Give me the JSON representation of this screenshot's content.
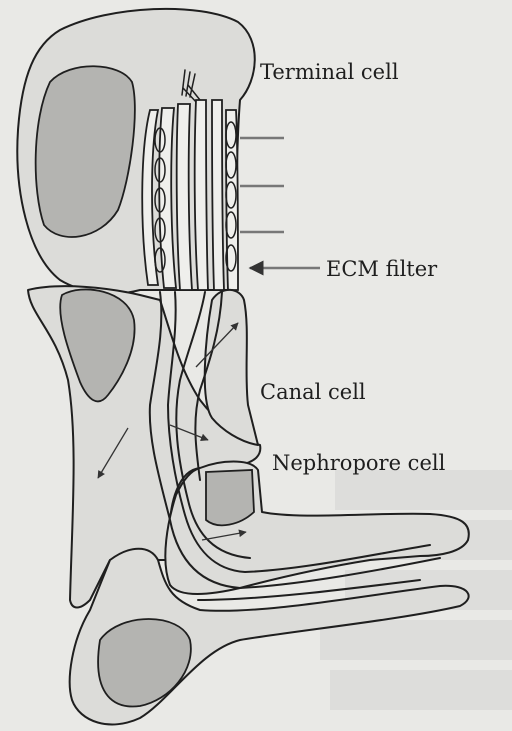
{
  "labels": {
    "terminal_cell": "Terminal cell",
    "ecm_filter": "ECM filter",
    "canal_cell": "Canal cell",
    "nephropore_cell": "Nephropore cell"
  },
  "colors": {
    "background": "#e9e9e6",
    "cytoplasm": "#dcdcd9",
    "nucleus": "#b4b4b1",
    "ink": "#1f1f1f"
  }
}
